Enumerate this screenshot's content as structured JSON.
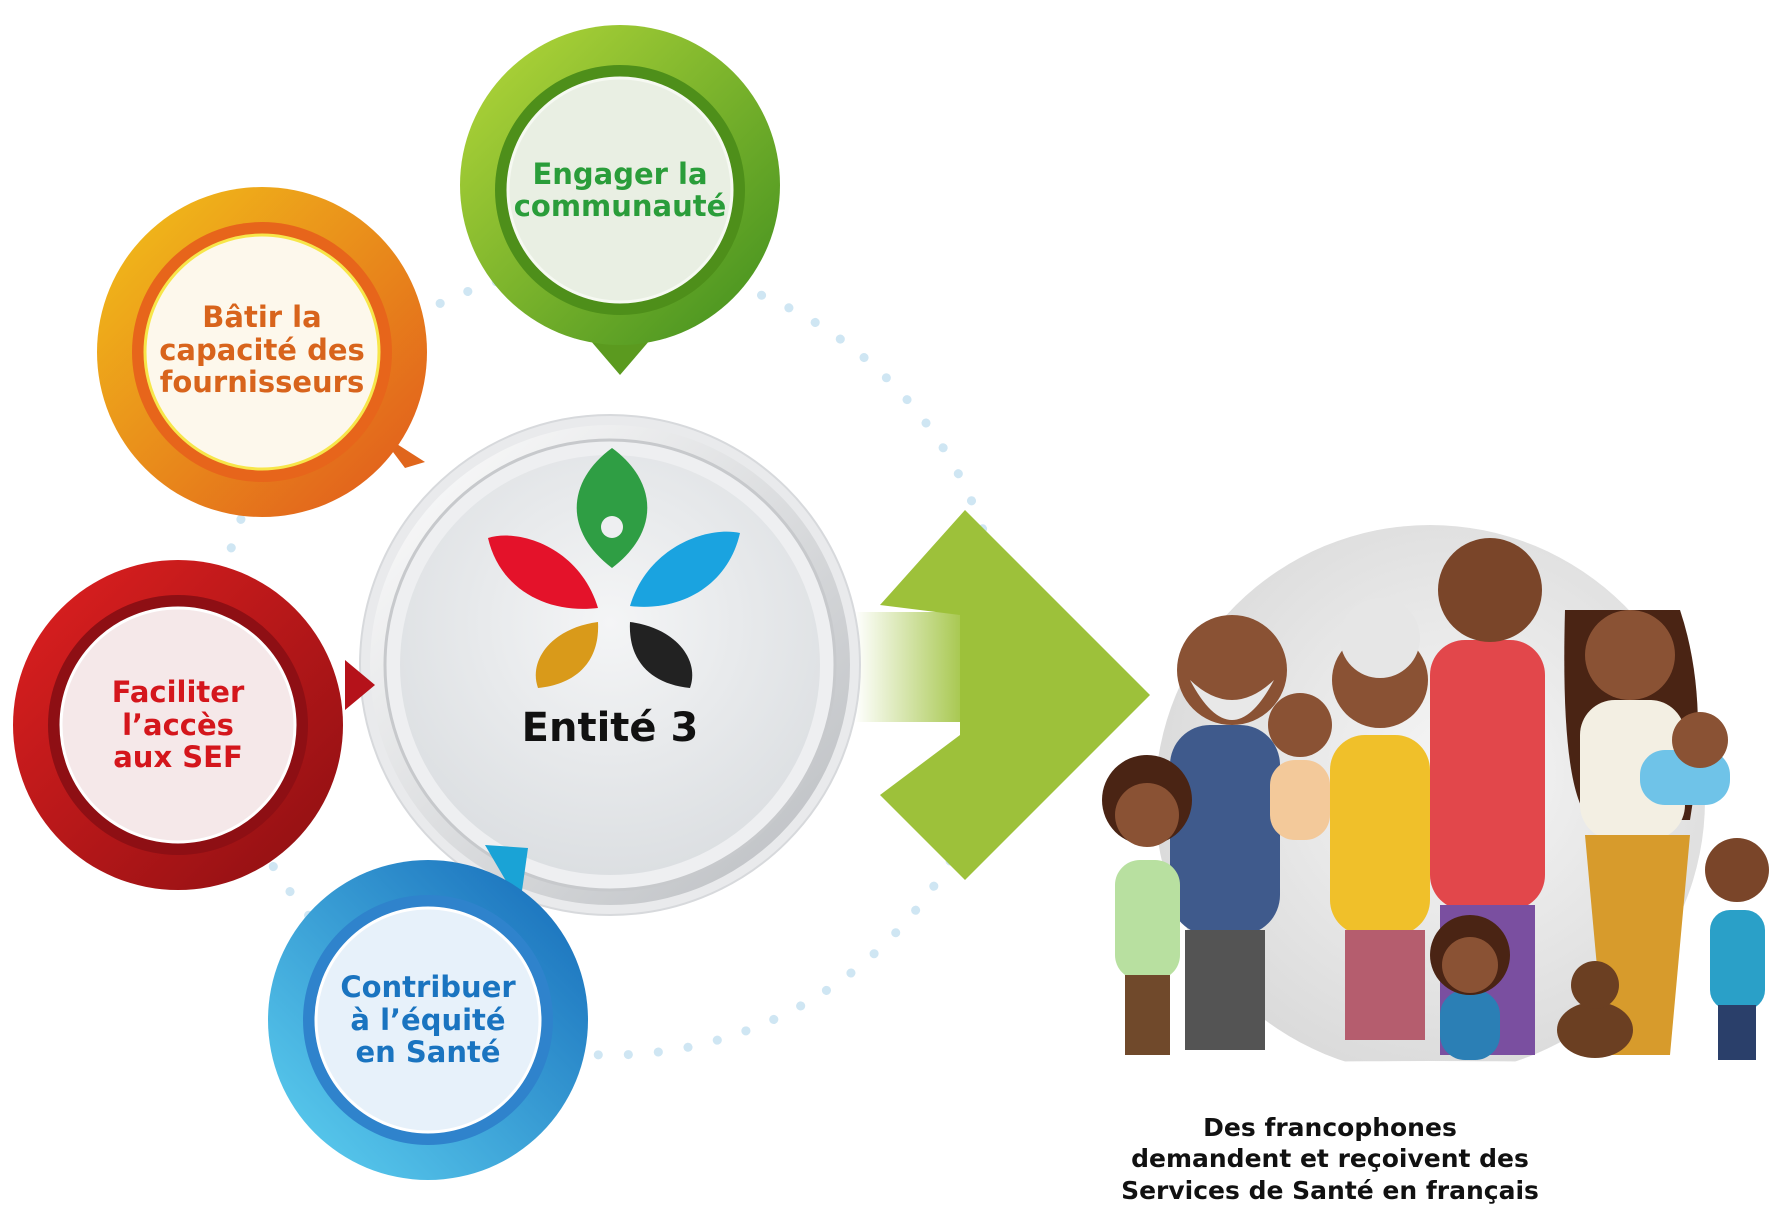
{
  "bubbles": {
    "engager": {
      "lines": [
        "Engager la",
        "communauté"
      ],
      "color": "#2a9d3a"
    },
    "batir": {
      "lines": [
        "Bâtir la",
        "capacité des",
        "fournisseurs"
      ],
      "color": "#d8641c"
    },
    "faciliter": {
      "lines": [
        "Faciliter",
        "l’accès",
        "aux SEF"
      ],
      "color": "#d4161c"
    },
    "contribuer": {
      "lines": [
        "Contribuer",
        "à l’équité",
        "en Santé"
      ],
      "color": "#1a74c0"
    }
  },
  "center": {
    "label": "Entité 3"
  },
  "logo": {
    "icon": "five-petal-flower-icon",
    "petal_colors": [
      "#2f9e44",
      "#e4122a",
      "#1aa3e0",
      "#d99a1a",
      "#222222"
    ]
  },
  "arrow": {
    "color": "#9dc13a"
  },
  "caption": {
    "lines": [
      "Des francophones",
      "demandent et reçoivent des",
      "Services de Santé en français"
    ]
  }
}
